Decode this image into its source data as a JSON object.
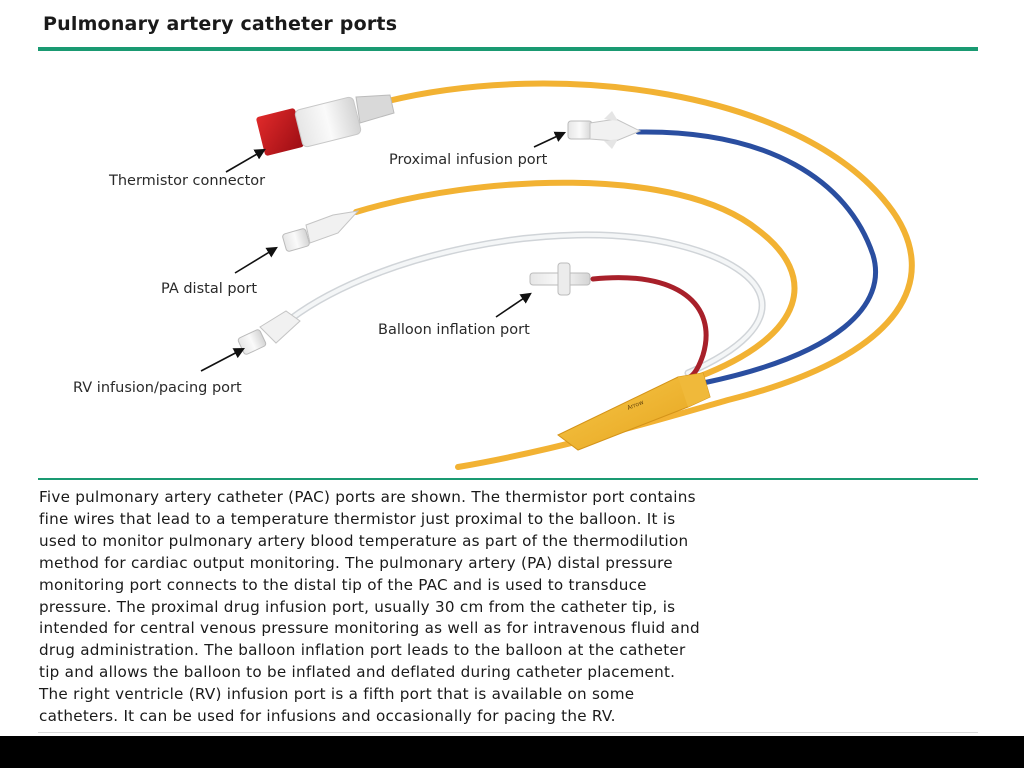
{
  "title": "Pulmonary artery catheter ports",
  "colors": {
    "accent_rule": "#1a9a72",
    "catheter_yellow": "#f2b233",
    "catheter_blue": "#2a4ea0",
    "catheter_red": "#a8202a",
    "catheter_white": "#e9ecef",
    "connector_red": "#c8151e"
  },
  "labels": {
    "thermistor_connector": "Thermistor connector",
    "proximal_infusion_port": "Proximal infusion port",
    "pa_distal_port": "PA distal port",
    "balloon_inflation_port": "Balloon inflation port",
    "rv_infusion_pacing_port": "RV infusion/pacing port"
  },
  "caption_lines": [
    "Five pulmonary artery catheter (PAC) ports are shown. The thermistor port contains",
    "fine wires that lead to a temperature thermistor just proximal to the balloon. It is",
    "used to monitor pulmonary artery blood temperature as part of the thermodilution",
    "method for cardiac output monitoring. The pulmonary artery (PA) distal pressure",
    "monitoring port connects to the distal tip of the PAC and is used to transduce",
    "pressure. The proximal drug infusion port, usually 30 cm from the catheter tip, is",
    "intended for central venous pressure monitoring as well as for intravenous fluid and",
    "drug administration. The balloon inflation port leads to the balloon at the catheter",
    "tip and allows the balloon to be inflated and deflated during catheter placement.",
    "The right ventricle (RV) infusion port is a fifth port that is available on some",
    "catheters. It can be used for infusions and occasionally for pacing the RV."
  ]
}
